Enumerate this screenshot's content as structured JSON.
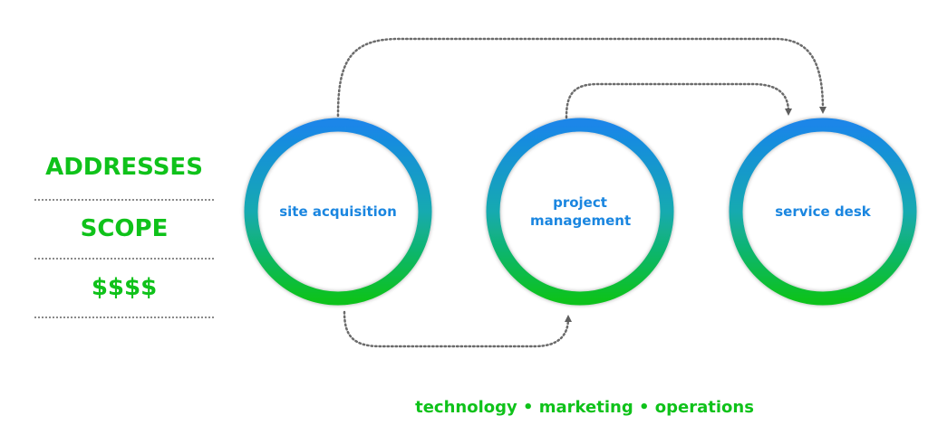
{
  "left_panel": {
    "items": [
      "ADDRESSES",
      "SCOPE",
      "$$$$"
    ]
  },
  "circles": [
    {
      "label": "site acquisition"
    },
    {
      "label": "project management"
    },
    {
      "label": "service desk"
    }
  ],
  "footer": "technology • marketing • operations",
  "colors": {
    "green": "#0fc21a",
    "blue": "#1a86e0",
    "arrow": "#6b6b6b"
  }
}
